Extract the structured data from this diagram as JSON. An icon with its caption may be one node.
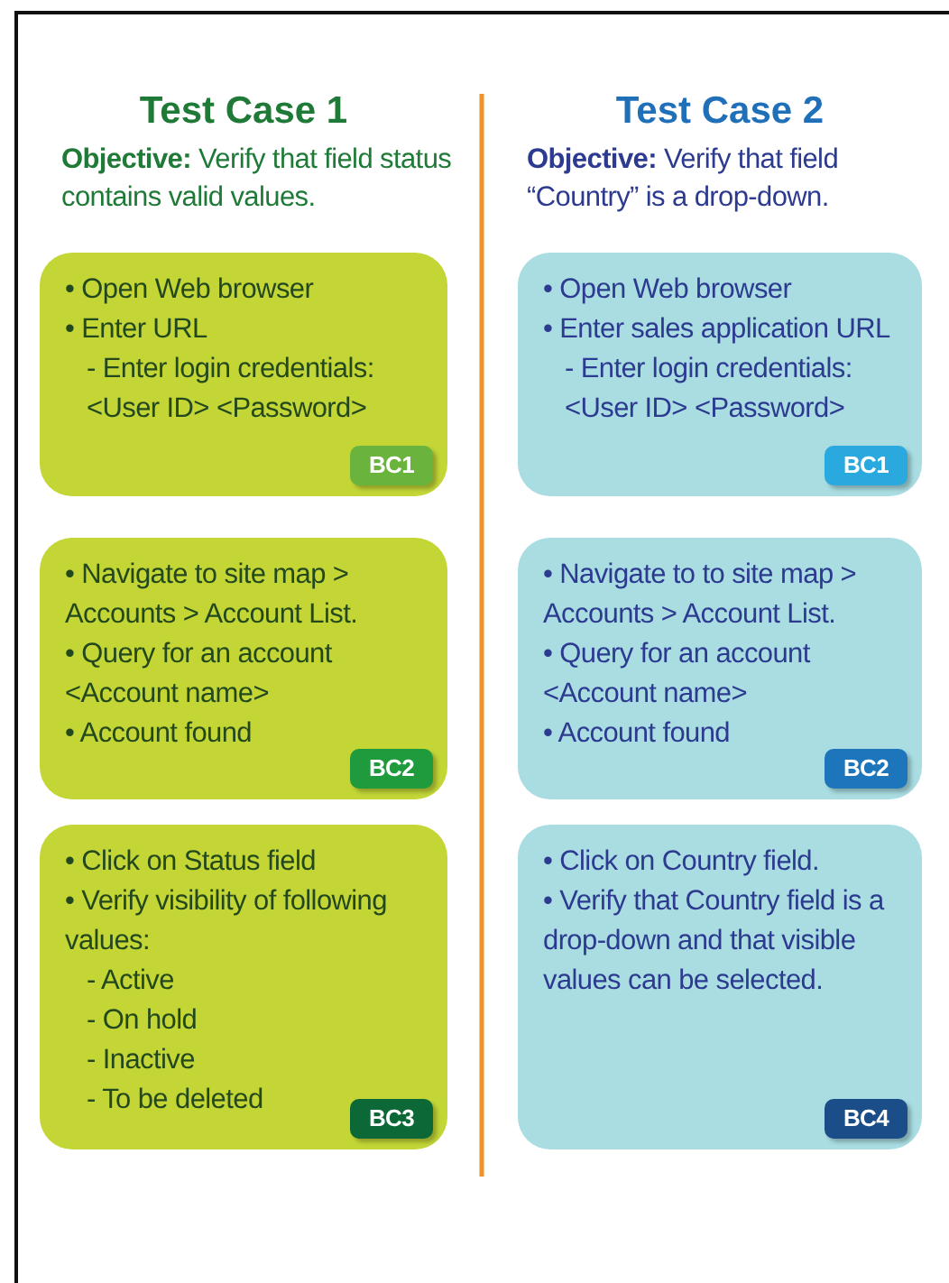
{
  "diagram": {
    "nodes": [
      {
        "text": [
          "• Open Web browser",
          "• Enter URL",
          "- Enter login credentials: <User ID> <Password>"
        ]
      },
      {
        "text": [
          "BC1"
        ],
        "in": 0
      },
      {
        "text": [
          "• Navigate to site map > Accounts > Account List.",
          "• Query for an account <Account name>",
          "• Account found"
        ]
      },
      {
        "text": [
          "BC2"
        ],
        "in": 2
      },
      {
        "text": [
          "• Click on Status field",
          "• Verify visibility of following values:",
          "- Active",
          "- On hold",
          "- Inactive",
          "- To be deleted"
        ]
      },
      {
        "text": [
          "BC3"
        ],
        "in": 4
      },
      {
        "text": [
          "• Open Web browser",
          "• Enter sales application URL",
          "- Enter login credentials: <User ID> <Password>"
        ]
      },
      {
        "text": [
          "BC1"
        ],
        "in": 6
      },
      {
        "text": [
          "• Navigate to to site map > Accounts > Account List.",
          "• Query for an account <Account name>",
          "• Account found"
        ]
      },
      {
        "text": [
          "BC2"
        ],
        "in": 8
      },
      {
        "text": [
          "• Click on Country field.",
          "• Verify that Country field is a drop-down and that visible values can be selected."
        ]
      },
      {
        "text": [
          "BC4"
        ],
        "in": 10
      }
    ],
    "labels": [
      "Test Case 1",
      "**Objective:** Verify that field status contains valid values.",
      "Test Case 2",
      "**Objective:** Verify that field “Country” is a drop-down."
    ]
  }
}
